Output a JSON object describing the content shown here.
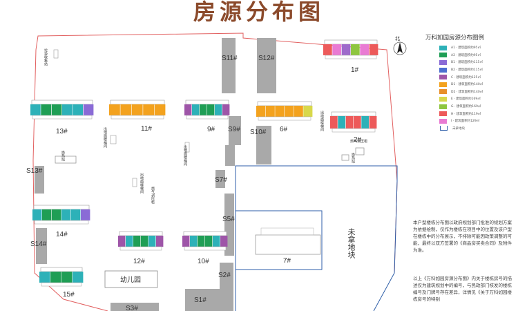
{
  "page_title": "房源分布图",
  "north_label": "北",
  "buildings": [
    {
      "id": "b1",
      "label": "1#",
      "colors": [
        "#ED5A5A",
        "#E97BD3",
        "#9E6BCB",
        "#8EC63F",
        "#E97BD3",
        "#ED5A5A"
      ]
    },
    {
      "id": "b2",
      "label": "2#",
      "colors": [
        "#ED5A5A",
        "#2DB1B8",
        "#ED5A5A",
        "#ED5A5A",
        "#2DB1B8",
        "#ED5A5A"
      ]
    },
    {
      "id": "b6",
      "label": "6#",
      "colors": [
        "#F3A21E",
        "#F3A21E",
        "#F3A21E",
        "#F3A21E",
        "#F3A21E",
        "#D8D84B"
      ]
    },
    {
      "id": "b7",
      "label": "7#",
      "colors": []
    },
    {
      "id": "b9",
      "label": "9#",
      "colors": [
        "#9E55A8",
        "#2DB1B8",
        "#1F9E55",
        "#1F9E55",
        "#2DB1B8",
        "#9E55A8"
      ]
    },
    {
      "id": "b10",
      "label": "10#",
      "colors": [
        "#9E55A8",
        "#2DB1B8",
        "#1F9E55",
        "#1F9E55",
        "#2DB1B8",
        "#9E55A8"
      ]
    },
    {
      "id": "b11",
      "label": "11#",
      "colors": [
        "#F3A21E",
        "#F3A21E",
        "#F3A21E",
        "#F3A21E",
        "#F3A21E"
      ]
    },
    {
      "id": "b12",
      "label": "12#",
      "colors": [
        "#9E55A8",
        "#2DB1B8",
        "#1F9E55",
        "#1F9E55",
        "#2DB1B8",
        "#9E55A8"
      ]
    },
    {
      "id": "b13",
      "label": "13#",
      "colors": [
        "#2DB1B8",
        "#1F9E55",
        "#1F9E55",
        "#2DB1B8",
        "#2DB1B8",
        "#8A6BD6"
      ]
    },
    {
      "id": "b14",
      "label": "14#",
      "colors": [
        "#2DB1B8",
        "#1F9E55",
        "#1F9E55",
        "#2DB1B8",
        "#2DB1B8",
        "#8A6BD6"
      ]
    },
    {
      "id": "b15",
      "label": "15#",
      "colors": [
        "#2DB1B8",
        "#1F9E55",
        "#1F9E55",
        "#2DB1B8"
      ]
    }
  ],
  "service_buildings": [
    "S1#",
    "S2#",
    "S3#",
    "S5#",
    "S7#",
    "S9#",
    "S10#",
    "S11#",
    "S12#",
    "S13#",
    "S14#"
  ],
  "facilities": {
    "kindergarten": "幼儿园",
    "refuse": "垃圾收集站",
    "heat_station_left": "换热站",
    "heat_station_right": "换热站",
    "gas_cabinet": "燃气调压柜",
    "gas_cabinet_2": "燃气调压柜",
    "stair_1": "出地面楼梯间",
    "stair_2": "出地面楼梯间",
    "stair_3": "出地面楼梯间",
    "stair_4": "出地面楼梯间",
    "unsold_plot": "未拿地块"
  },
  "legend": {
    "title": "万科如园房源分布图例",
    "items": [
      {
        "color": "#2DB1B8",
        "text": "A1 · 建筑面积约95㎡"
      },
      {
        "color": "#1F9E55",
        "text": "A2 · 建筑面积约95㎡"
      },
      {
        "color": "#8A6BD6",
        "text": "B1 · 建筑面积约115㎡"
      },
      {
        "color": "#4C6FD0",
        "text": "B2 · 建筑面积约115㎡"
      },
      {
        "color": "#9E55A8",
        "text": "C · 建筑面积约125㎡"
      },
      {
        "color": "#F3A21E",
        "text": "D1 · 建筑面积约140㎡"
      },
      {
        "color": "#E88F2A",
        "text": "D2 · 建筑面积约140㎡"
      },
      {
        "color": "#D8D84B",
        "text": "E · 建筑面积约169㎡"
      },
      {
        "color": "#8EC63F",
        "text": "G · 建筑面积约169㎡"
      },
      {
        "color": "#ED5A5A",
        "text": "H · 建筑面积约119㎡"
      },
      {
        "color": "#E97BD3",
        "text": "I · 建筑面积约129㎡"
      }
    ],
    "outline_text": "未拿地块"
  },
  "notes": {
    "note1": "本户型楼栋分布图以政府规划部门批准的规划方案为依据绘制，仅作为楼栋在项目中的位置及该户型在楼栋中的分布展示，不排除可能因政策调整的可能，最终以双方签署的《商品房买卖合同》及附件为准。",
    "note2": "以上《万科如园房源分布图》内关于楼栋房号的描述仅为建筑规划中的编号，与民政部门核发的楼栋编号及门牌号存在差异，详情见《关于万科如园楼栋房号的特别"
  }
}
